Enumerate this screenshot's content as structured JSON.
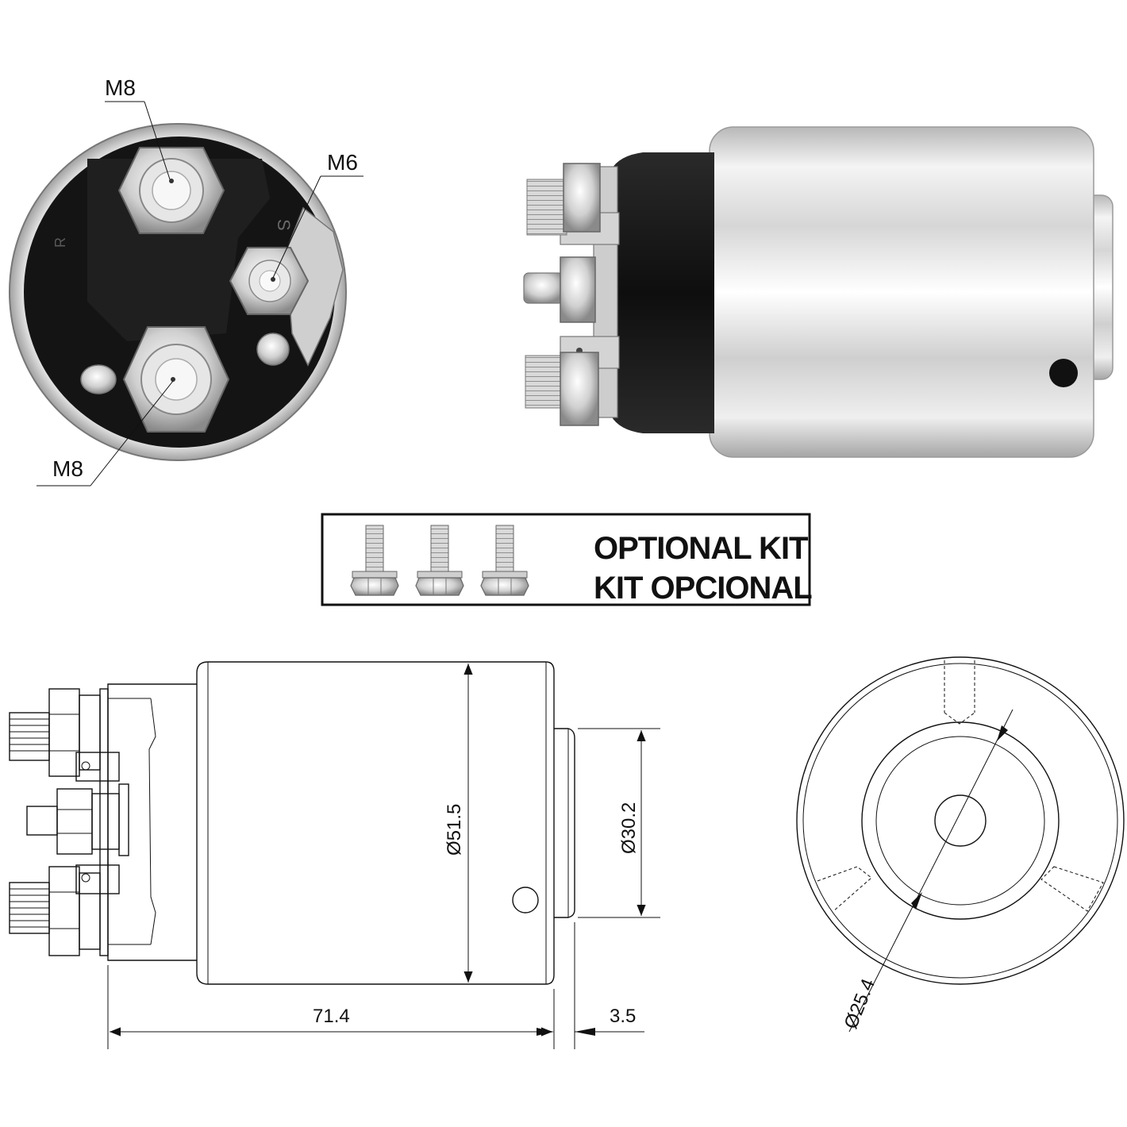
{
  "front_view": {
    "callouts": {
      "top_stud": "M8",
      "small_stud": "M6",
      "bottom_stud": "M8"
    },
    "cap_letters": {
      "left": "R",
      "right": "S"
    }
  },
  "optional_kit": {
    "line1": "OPTIONAL KIT",
    "line2": "KIT OPCIONAL",
    "screw_count": 3
  },
  "side_drawing": {
    "body_diameter": "Ø51.5",
    "nose_diameter": "Ø30.2",
    "body_length": "71.4",
    "nose_length": "3.5"
  },
  "end_drawing": {
    "bore_diameter": "Ø25.4"
  },
  "colors": {
    "line": "#111111",
    "cap_black": "#141414",
    "metal_light": "#e4e4e4",
    "metal_dark": "#9a9a9a"
  }
}
